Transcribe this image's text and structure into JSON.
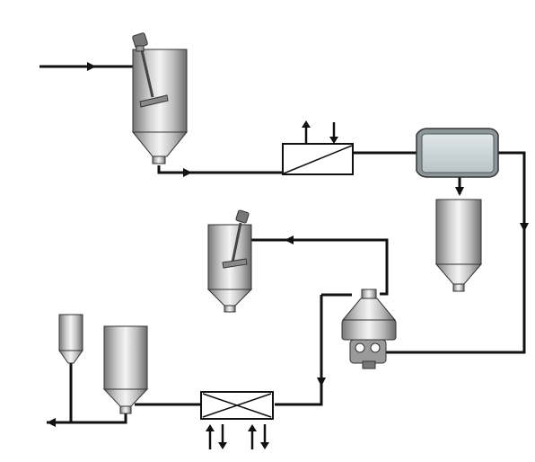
{
  "diagram": {
    "title": "",
    "labels": [],
    "colors": {
      "background": "#ffffff",
      "pipe": "#111111",
      "vessel_light": "#f2f2f2",
      "vessel_mid": "#b8b8b8",
      "vessel_dark": "#6e6e6e",
      "screen_fill": "#c9d3d6"
    },
    "equipment": [
      {
        "id": "stirred-tank-1",
        "icon": "agitated-tank-icon"
      },
      {
        "id": "heat-exchanger-1",
        "icon": "heat-exchanger-icon"
      },
      {
        "id": "filter-press",
        "icon": "filter-unit-icon"
      },
      {
        "id": "hopper-tank",
        "icon": "tank-icon"
      },
      {
        "id": "stirred-tank-2",
        "icon": "agitated-tank-icon"
      },
      {
        "id": "centrifugal-separator",
        "icon": "separator-icon"
      },
      {
        "id": "small-dosing-tank",
        "icon": "tank-icon"
      },
      {
        "id": "storage-tank",
        "icon": "tank-icon"
      },
      {
        "id": "cross-flow-exchanger",
        "icon": "cross-heat-exchanger-icon"
      }
    ]
  }
}
